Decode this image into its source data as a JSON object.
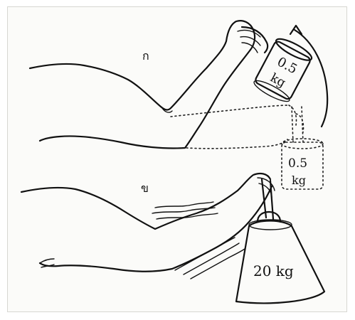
{
  "labels": {
    "panel_a": "ก",
    "panel_b": "ข"
  },
  "weights": {
    "small_top": {
      "number": "0.5",
      "unit": "kg"
    },
    "small_bottom": {
      "number": "0.5",
      "unit": "kg"
    },
    "large": "20 kg"
  },
  "colors": {
    "ink": "#111111",
    "paper": "#fbfbf9"
  }
}
